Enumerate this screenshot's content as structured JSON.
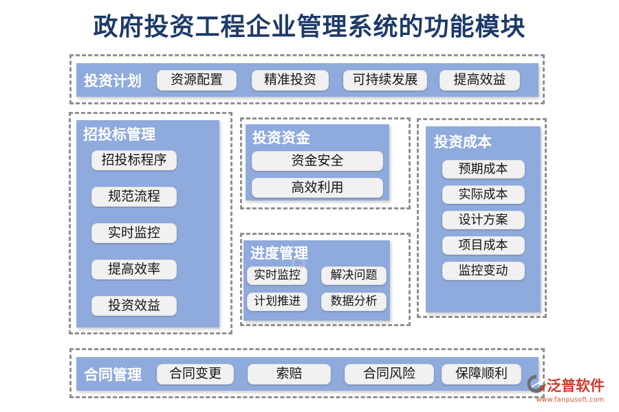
{
  "title": "政府投资工程企业管理系统的功能模块",
  "colors": {
    "title_text": "#1d3a68",
    "panel_blue": "#8faadc",
    "pill_bg": "#f1f1f1",
    "pill_text": "#141414",
    "heading_text": "#ffffff",
    "dashed_border": "#8f8f8f",
    "brand_red": "#cd3a2c"
  },
  "sections": {
    "plan": {
      "label": "投资计划",
      "items": [
        "资源配置",
        "精准投资",
        "可持续发展",
        "提高效益"
      ]
    },
    "bidding": {
      "label": "招投标管理",
      "items": [
        "招投标程序",
        "规范流程",
        "实时监控",
        "提高效率",
        "投资效益"
      ]
    },
    "funds": {
      "label": "投资资金",
      "items": [
        "资金安全",
        "高效利用"
      ]
    },
    "progress": {
      "label": "进度管理",
      "items": [
        "实时监控",
        "解决问题",
        "计划推进",
        "数据分析"
      ]
    },
    "cost": {
      "label": "投资成本",
      "items": [
        "预期成本",
        "实际成本",
        "设计方案",
        "项目成本",
        "监控变动"
      ]
    },
    "contract": {
      "label": "合同管理",
      "items": [
        "合同变更",
        "索赔",
        "合同风险",
        "保障顺利"
      ]
    }
  },
  "watermark": {
    "brand": "泛普软件",
    "url": "www.fanpusoft.com",
    "logo_icon": "fanpu-logo-icon"
  }
}
